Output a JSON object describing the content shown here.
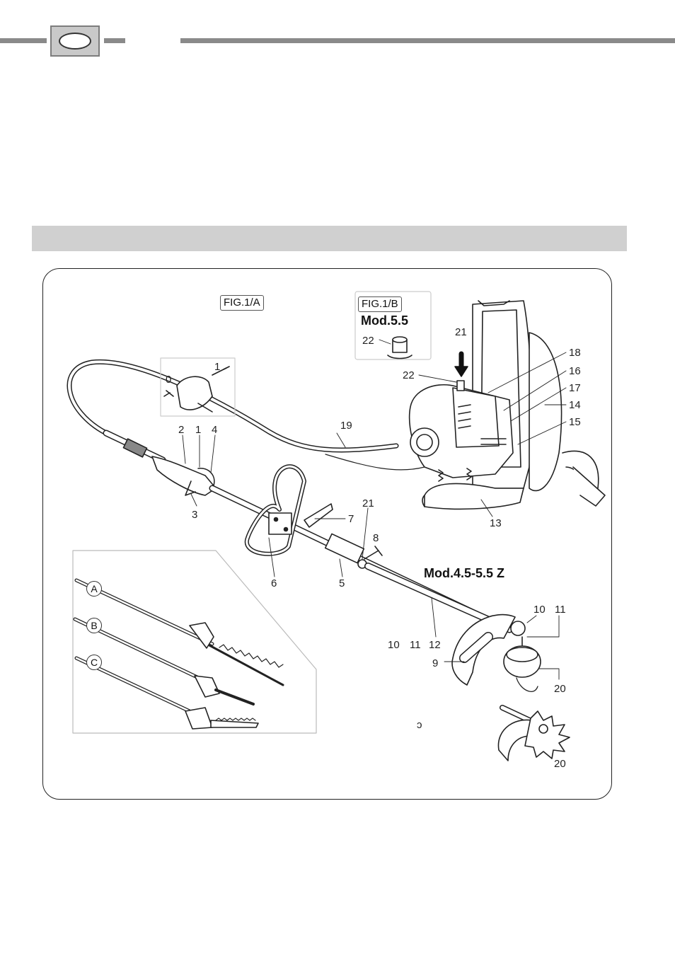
{
  "figure": {
    "fig_a_label": "FIG.1/A",
    "fig_b_label": "FIG.1/B",
    "mod_55": "Mod.5.5",
    "mod_45_55z": "Mod.4.5-5.5 Z",
    "partial_glyph": "ↄ"
  },
  "callouts": {
    "c0": "0",
    "c1": "1",
    "c2": "2",
    "c1b": "1",
    "c4": "4",
    "c3": "3",
    "c19": "19",
    "c21a": "21",
    "c22a": "22",
    "c22b": "22",
    "c18": "18",
    "c16": "16",
    "c17": "17",
    "c14": "14",
    "c15": "15",
    "c13": "13",
    "c7": "7",
    "c21b": "21",
    "c8": "8",
    "c6": "6",
    "c5": "5",
    "c10a": "10",
    "c11a": "11",
    "c10b": "10",
    "c11b": "11",
    "c12": "12",
    "c9": "9",
    "c20a": "20",
    "c20b": "20"
  },
  "attachments": {
    "a": "A",
    "b": "B",
    "c": "C"
  }
}
